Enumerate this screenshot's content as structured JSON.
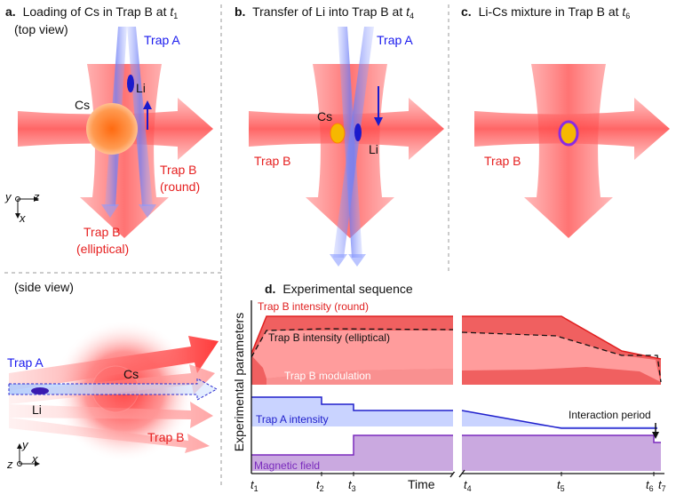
{
  "colors": {
    "trapA": "#3a3aee",
    "trapB": "#ff4040",
    "trapB_light": "#ffb3b3",
    "cs": "#ff7a1a",
    "csDot": "#f6b800",
    "li": "#1a1acc",
    "magnetic": "#9b59c8",
    "magneticFill": "#caa9e0",
    "trapAFill": "#c9d3ff",
    "divider": "#bbbbbb"
  },
  "panel_a": {
    "letter": "a.",
    "title": "Loading of Cs in Trap B at ",
    "t": "t",
    "t_sub": "1",
    "view": "(top view)",
    "trapA": "Trap A",
    "li": "Li",
    "cs": "Cs",
    "trapB_round_1": "Trap B",
    "trapB_round_2": "(round)",
    "trapB_ell_1": "Trap B",
    "trapB_ell_2": "(elliptical)",
    "axis_y": "y",
    "axis_z": "z",
    "axis_x": "x"
  },
  "panel_b": {
    "letter": "b.",
    "title": "Transfer of Li into Trap B at ",
    "t": "t",
    "t_sub": "4",
    "trapA": "Trap A",
    "cs": "Cs",
    "li": "Li",
    "trapB": "Trap B"
  },
  "panel_c": {
    "letter": "c.",
    "title": "Li-Cs mixture in Trap B at ",
    "t": "t",
    "t_sub": "6",
    "trapB": "Trap B"
  },
  "side_view": {
    "view": "(side view)",
    "trapA": "Trap A",
    "cs": "Cs",
    "li": "Li",
    "trapB": "Trap B",
    "axis_y": "y",
    "axis_z": "z",
    "axis_x": "x"
  },
  "panel_d": {
    "letter": "d.",
    "title": "Experimental sequence",
    "ylabel": "Experimental parameters",
    "xlabel": "Time",
    "trace_round": "Trap B intensity (round)",
    "trace_elliptical": "Trap B intensity (elliptical)",
    "trace_modulation": "Trap B modulation",
    "trace_trapA": "Trap A intensity",
    "trace_magnetic": "Magnetic field",
    "interaction": "Interaction period",
    "ticks": [
      {
        "t": "t",
        "sub": "1"
      },
      {
        "t": "t",
        "sub": "2"
      },
      {
        "t": "t",
        "sub": "3"
      },
      {
        "t": "t",
        "sub": "4"
      },
      {
        "t": "t",
        "sub": "5"
      },
      {
        "t": "t",
        "sub": "6"
      },
      {
        "t": "t",
        "sub": "7"
      }
    ]
  }
}
